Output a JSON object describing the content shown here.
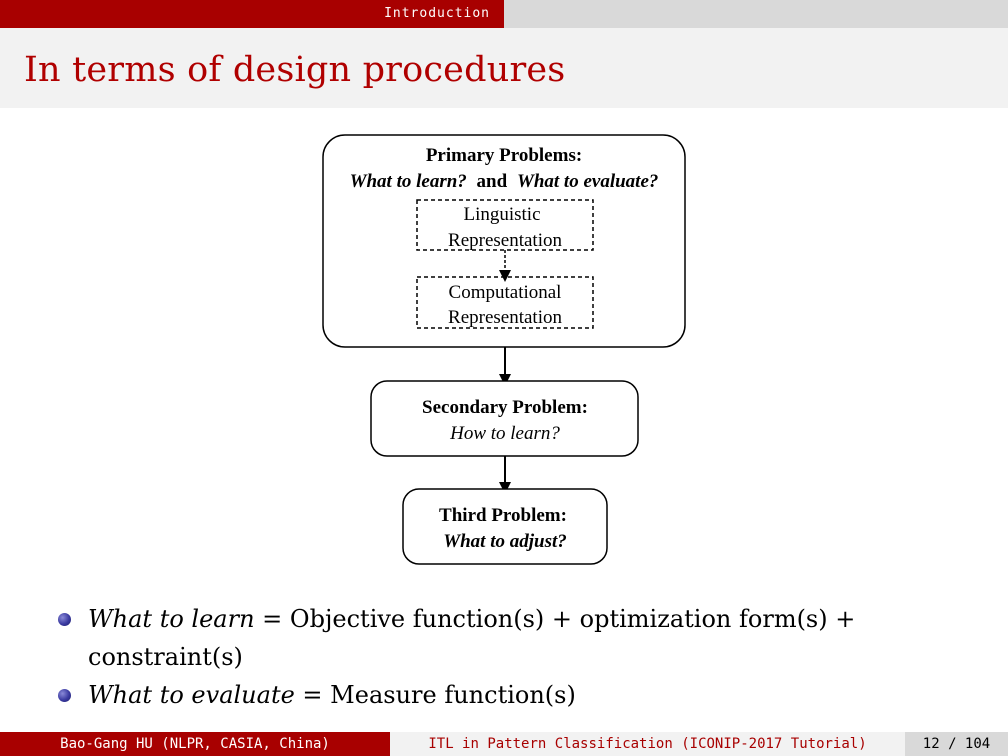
{
  "header": {
    "section": "Introduction"
  },
  "slide": {
    "title": "In terms of design procedures"
  },
  "diagram": {
    "primary": {
      "heading": "Primary Problems:",
      "q1": "What to learn?",
      "and": "and",
      "q2": "What to evaluate?",
      "linguistic_line1": "Linguistic",
      "linguistic_line2": "Representation",
      "computational_line1": "Computational",
      "computational_line2": "Representation"
    },
    "secondary": {
      "heading": "Secondary  Problem:",
      "question": "How to learn?"
    },
    "third": {
      "heading": "Third  Problem:",
      "question": "What to adjust?"
    }
  },
  "bullets": [
    {
      "term": "What to learn",
      "equals": " = ",
      "definition": "Objective function(s) + optimization form(s) + constraint(s)"
    },
    {
      "term": "What to evaluate",
      "equals": " = ",
      "definition": "Measure function(s)"
    }
  ],
  "footer": {
    "author": "Bao-Gang HU (NLPR, CASIA, China)",
    "talk_title": "ITL in Pattern Classification (ICONIP-2017 Tutorial)",
    "page": "12 / 104"
  }
}
